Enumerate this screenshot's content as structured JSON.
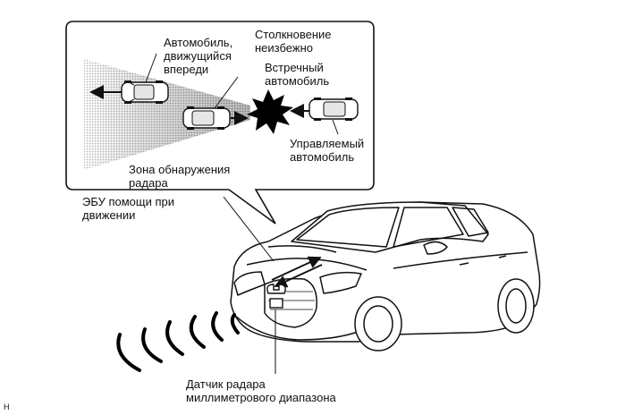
{
  "inset": {
    "lead_vehicle": "Автомобиль,\nдвижущийся\nвпереди",
    "collision": "Столкновение\nнеизбежно",
    "oncoming_vehicle": "Встречный\nавтомобиль",
    "own_vehicle": "Управляемый\nавтомобиль",
    "radar_zone": "Зона обнаружения\nрадара"
  },
  "main": {
    "ecu": "ЭБУ помощи при\nдвижении",
    "sensor": "Датчик радара\nмиллиметрового диапазона",
    "corner_code": "H"
  }
}
